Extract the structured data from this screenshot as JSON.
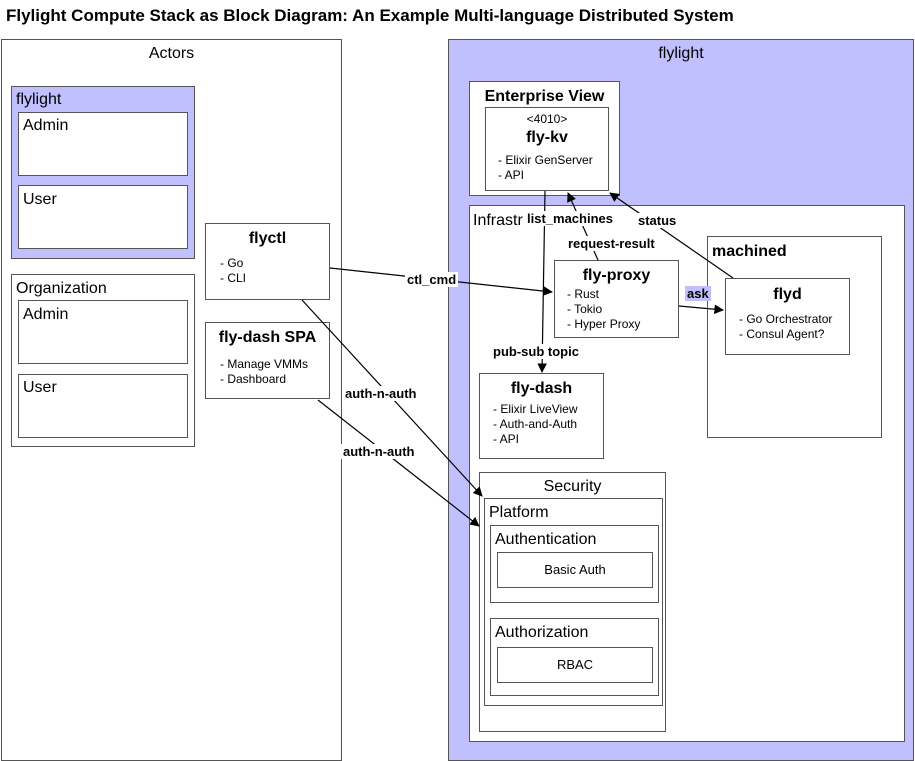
{
  "title": "Flylight Compute Stack as Block Diagram: An Example Multi-language Distributed System",
  "actors": {
    "label": "Actors",
    "flylight_group": {
      "label": "flylight",
      "admin": "Admin",
      "user": "User"
    },
    "org_group": {
      "label": "Organization",
      "admin": "Admin",
      "user": "User"
    },
    "flyctl": {
      "title": "flyctl",
      "items": [
        "Go",
        "CLI"
      ]
    },
    "flydash_spa": {
      "title": "fly-dash SPA",
      "items": [
        "Manage VMMs",
        "Dashboard"
      ]
    }
  },
  "flylight": {
    "label": "flylight",
    "enterprise_view": {
      "label": "Enterprise View",
      "flykv": {
        "stereotype": "<4010>",
        "title": "fly-kv",
        "items": [
          "Elixir GenServer",
          "API"
        ]
      }
    },
    "infra_label": "Infrastr",
    "flyproxy": {
      "title": "fly-proxy",
      "items": [
        "Rust",
        "Tokio",
        "Hyper Proxy"
      ]
    },
    "machined": {
      "label": "machined",
      "flyd": {
        "title": "flyd",
        "items": [
          "Go Orchestrator",
          "Consul Agent?"
        ]
      }
    },
    "flydash": {
      "title": "fly-dash",
      "items": [
        "Elixir LiveView",
        "Auth-and-Auth",
        "API"
      ]
    },
    "security": {
      "label": "Security",
      "platform": {
        "label": "Platform",
        "authentication": {
          "label": "Authentication",
          "method": "Basic Auth"
        },
        "authorization": {
          "label": "Authorization",
          "method": "RBAC"
        }
      }
    }
  },
  "edges": {
    "ctl_cmd": "ctl_cmd",
    "list_machines": "list_machines",
    "request_result": "request-result",
    "status": "status",
    "ask": "ask",
    "pubsub": "pub-sub topic",
    "auth1": "auth-n-auth",
    "auth2": "auth-n-auth"
  }
}
